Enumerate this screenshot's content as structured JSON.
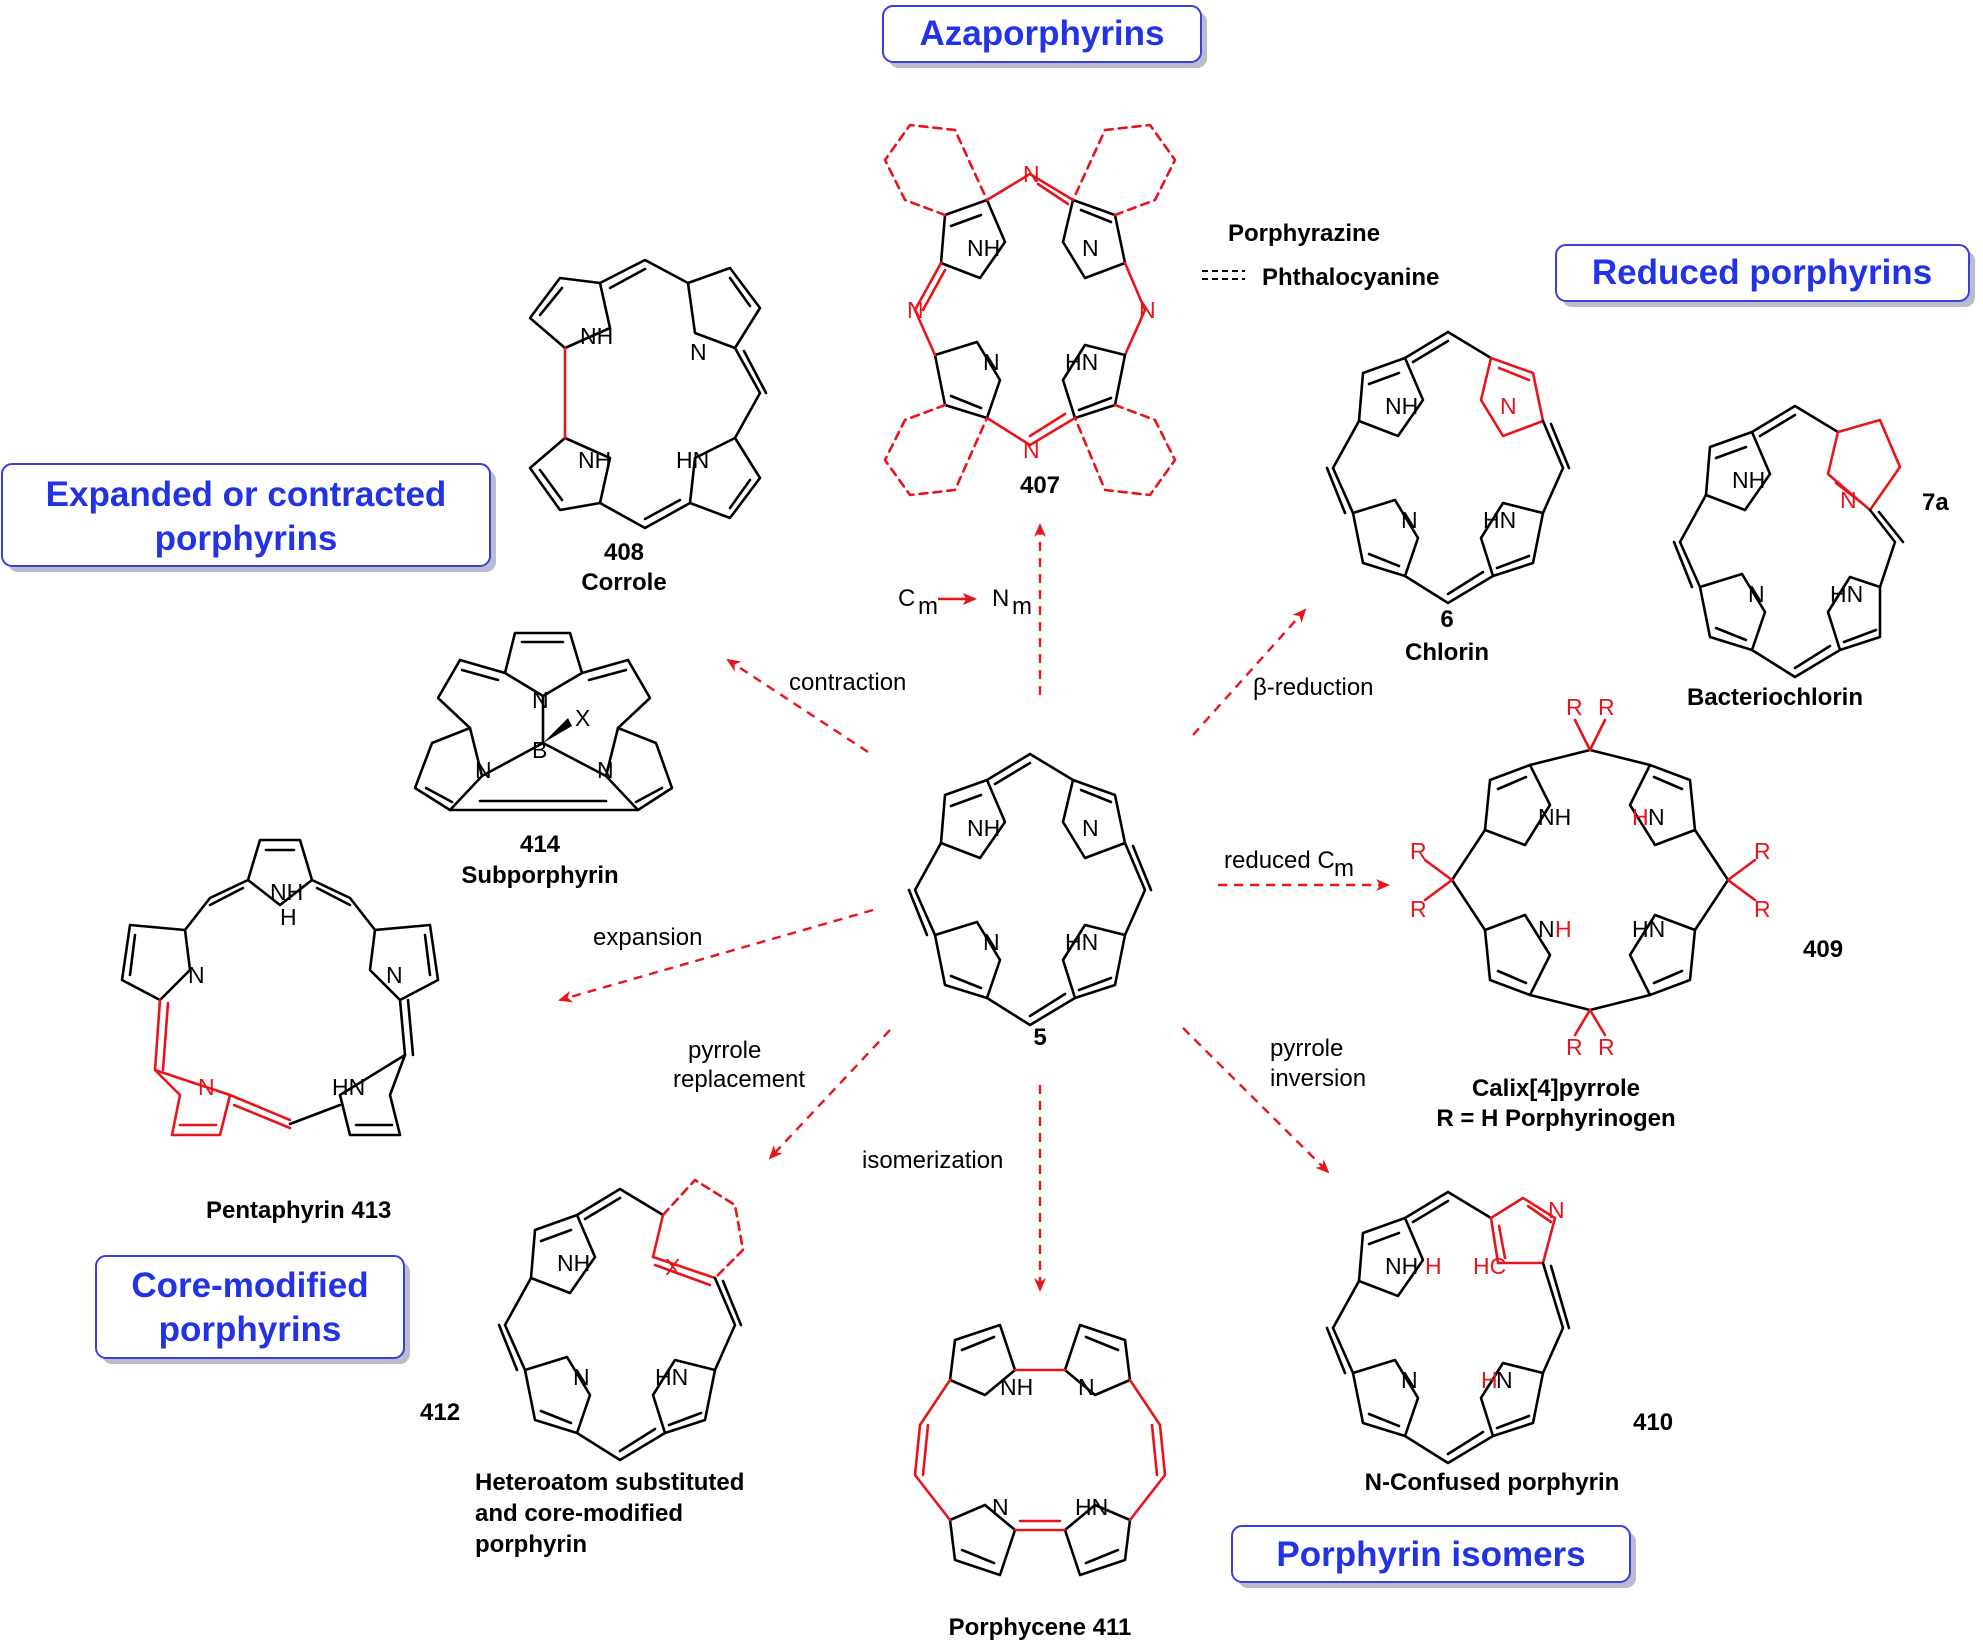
{
  "categories": {
    "azaporphyrins": "Azaporphyrins",
    "reduced": "Reduced porphyrins",
    "expanded_line1": "Expanded or contracted",
    "expanded_line2": "porphyrins",
    "core_line1": "Core-modified",
    "core_line2": "porphyrins",
    "isomers": "Porphyrin isomers"
  },
  "compounds": {
    "c407": "407",
    "porphyrazine": "Porphyrazine",
    "phthalocyanine": "Phthalocyanine",
    "c408": "408",
    "corrole": "Corrole",
    "c414": "414",
    "subporphyrin": "Subporphyrin",
    "c6": "6",
    "chlorin": "Chlorin",
    "c7a": "7a",
    "bacteriochlorin": "Bacteriochlorin",
    "c5": "5",
    "c409": "409",
    "calix": "Calix[4]pyrrole",
    "porphyrinogen": "R = H Porphyrinogen",
    "pentaphyrin": "Pentaphyrin  413",
    "c412": "412",
    "hetero1": "Heteroatom substituted",
    "hetero2": "and core-modified",
    "hetero3": "porphyrin",
    "porphycene": "Porphycene  411",
    "c410": "410",
    "nconfused": "N-Confused porphyrin"
  },
  "arrows": {
    "cm": "C",
    "cm_sub": "m",
    "nm": "N",
    "nm_sub": "m",
    "contraction": "contraction",
    "beta": "β-reduction",
    "reduced_cm": "reduced C",
    "reduced_cm_sub": "m",
    "expansion": "expansion",
    "pyrrole_replacement_1": "pyrrole",
    "pyrrole_replacement_2": "replacement",
    "isomerization": "isomerization",
    "pyrrole_inversion_1": "pyrrole",
    "pyrrole_inversion_2": "inversion"
  },
  "atoms": {
    "N": "N",
    "NH": "NH",
    "HN": "HN",
    "H": "H",
    "HC": "HC",
    "B": "B",
    "X": "X",
    "R": "R"
  },
  "colors": {
    "accent_red": "#e8141b",
    "category_blue": "#2233e6",
    "category_border": "#3a3fd6"
  }
}
